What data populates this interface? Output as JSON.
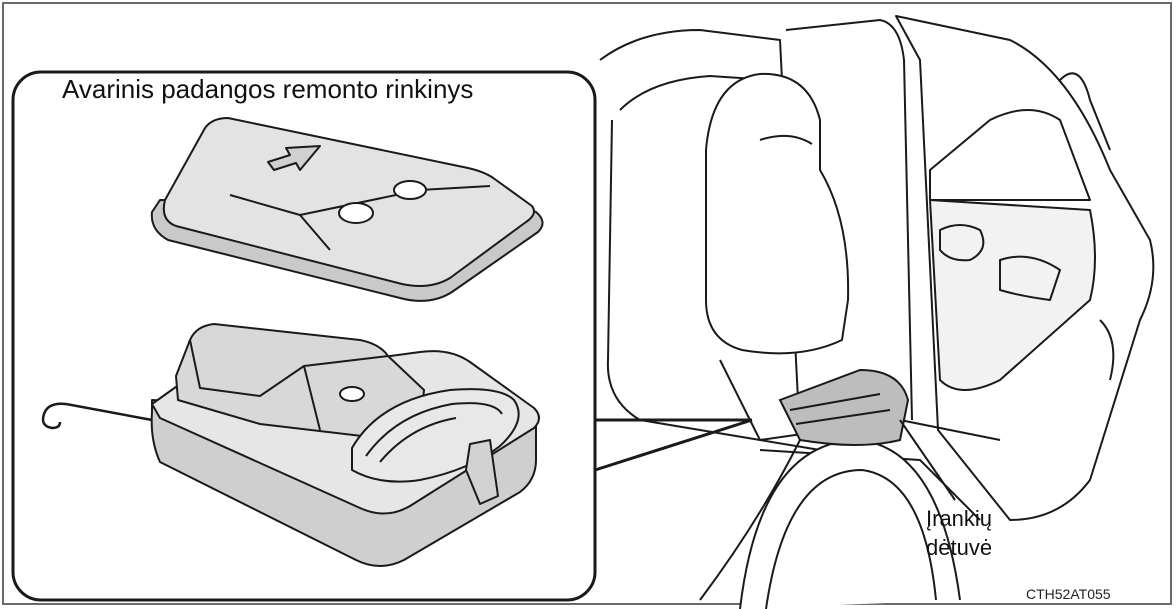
{
  "diagram": {
    "kit_title": "Avarinis padangos remonto rinkinys",
    "callout_line1": "Įrankių",
    "callout_line2": "dėtuvė",
    "figure_code": "CTH52AT055"
  },
  "colors": {
    "line": "#1a1a1a",
    "fill_gray": "#d9d9d9",
    "fill_light": "#ececec",
    "frame": "#6a6a6a",
    "background": "#ffffff"
  }
}
